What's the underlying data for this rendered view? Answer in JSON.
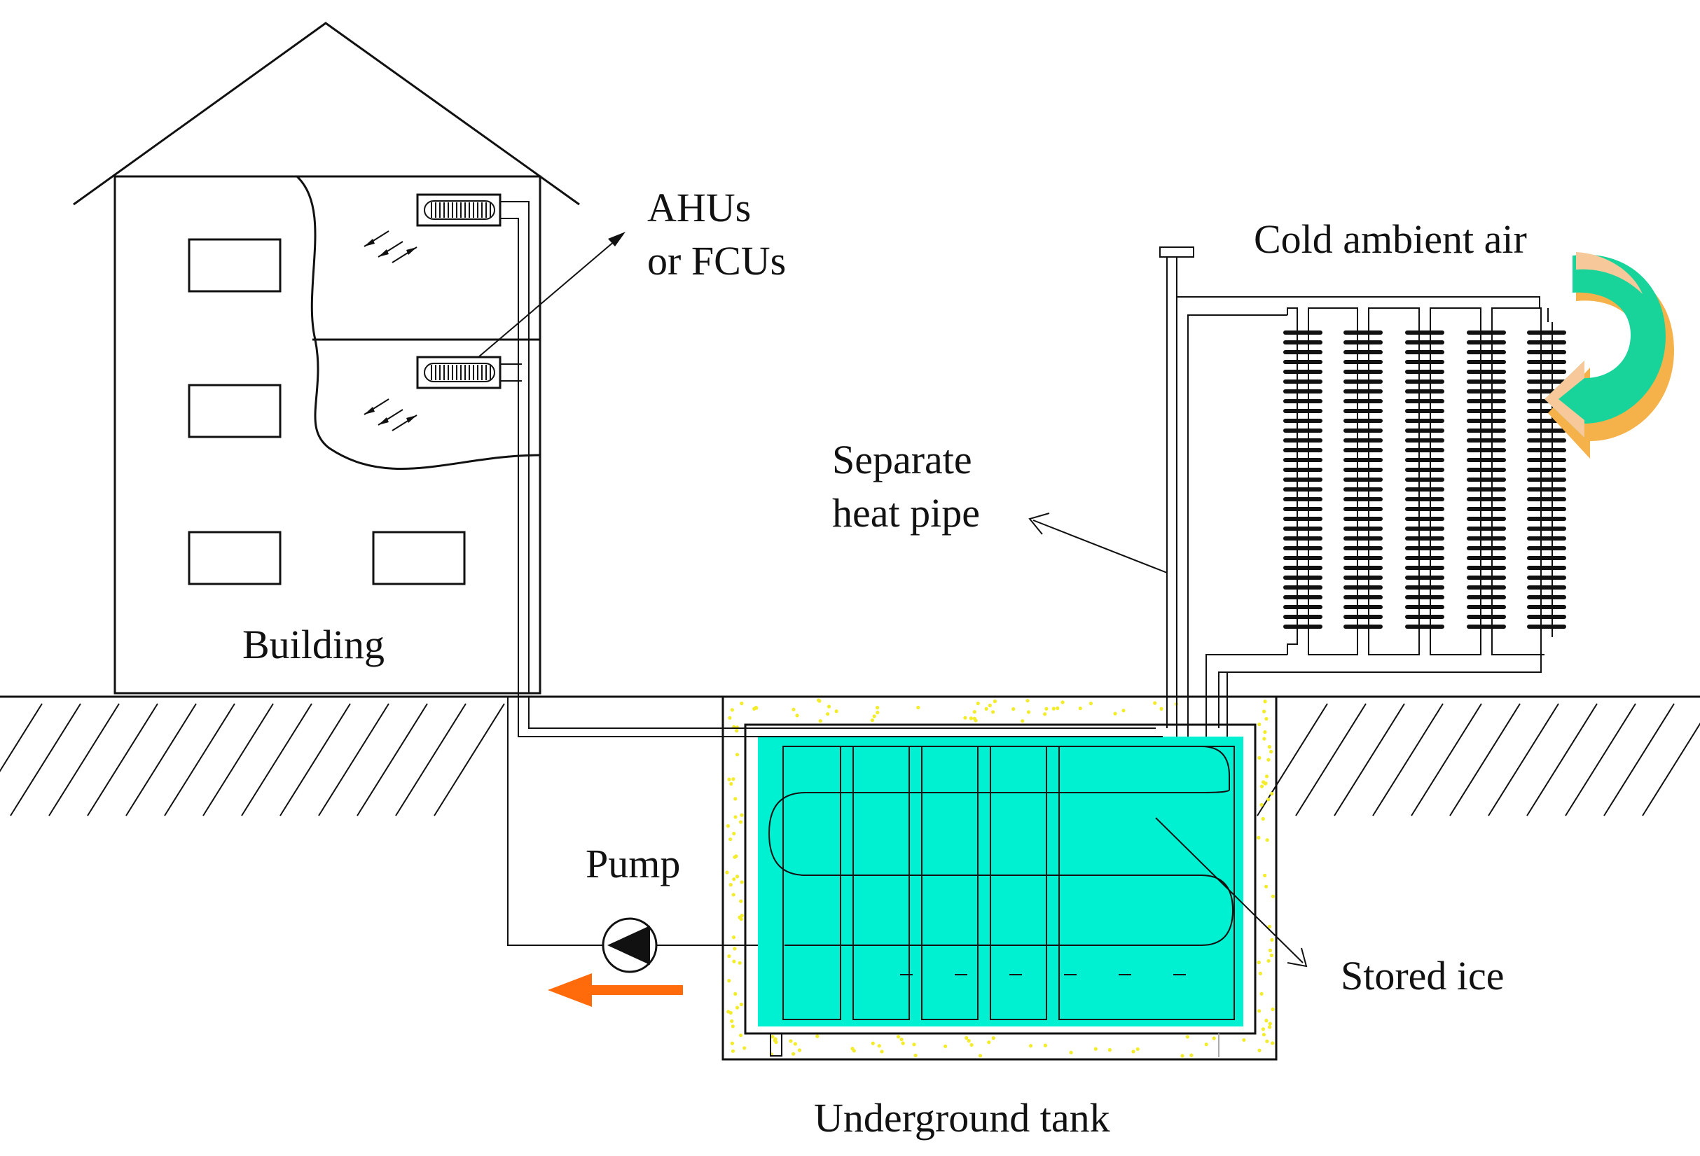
{
  "labels": {
    "ahus_line1": "AHUs",
    "ahus_line2": "or FCUs",
    "cold_air": "Cold ambient air",
    "heat_pipe_line1": "Separate",
    "heat_pipe_line2": "heat pipe",
    "building": "Building",
    "pump": "Pump",
    "stored_ice": "Stored ice",
    "tank": "Underground tank"
  },
  "colors": {
    "ice": "#00f0d2",
    "outflow_arrow": "#ff6a0a",
    "air_arrow_green": "#19d49a",
    "air_arrow_orange": "#f5b24a",
    "air_arrow_peach": "#f7c89a",
    "sand_dots": "#f2ec2a",
    "lines": "#111111"
  },
  "icons": {
    "pump": "pump-icon",
    "outflow": "arrow-left-icon",
    "air": "curved-arrow-icon"
  }
}
